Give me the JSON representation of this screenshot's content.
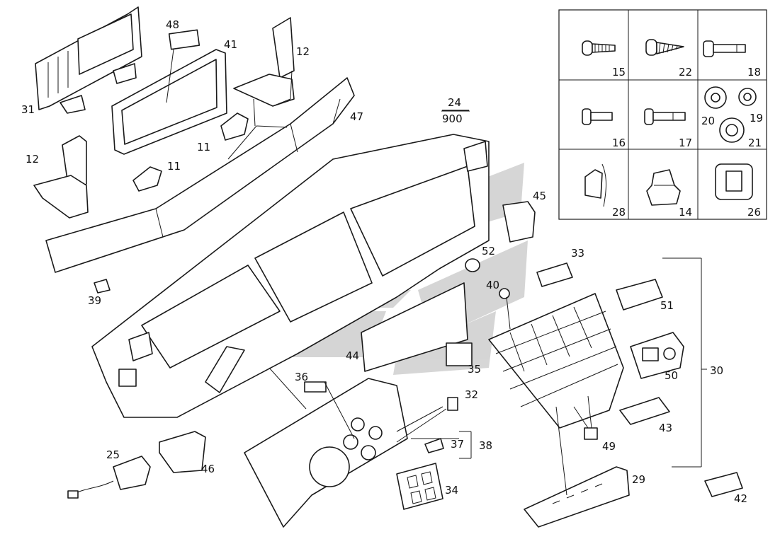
{
  "assembly": {
    "number": "24",
    "sub_number": "900"
  },
  "callouts": {
    "p11a": "11",
    "p11b": "11",
    "p12a": "12",
    "p12b": "12",
    "p14": "14",
    "p15": "15",
    "p16": "16",
    "p17": "17",
    "p18": "18",
    "p19": "19",
    "p20": "20",
    "p21": "21",
    "p22": "22",
    "p25": "25",
    "p26": "26",
    "p28": "28",
    "p29": "29",
    "p30": "30",
    "p31": "31",
    "p32": "32",
    "p33": "33",
    "p34": "34",
    "p35": "35",
    "p36": "36",
    "p37": "37",
    "p38": "38",
    "p39": "39",
    "p40": "40",
    "p41": "41",
    "p42": "42",
    "p43": "43",
    "p44": "44",
    "p45": "45",
    "p46": "46",
    "p47": "47",
    "p48": "48",
    "p49": "49",
    "p50": "50",
    "p51": "51",
    "p52": "52"
  },
  "watermark_color": "#c8c8c8",
  "line_color": "#1a1a1a"
}
